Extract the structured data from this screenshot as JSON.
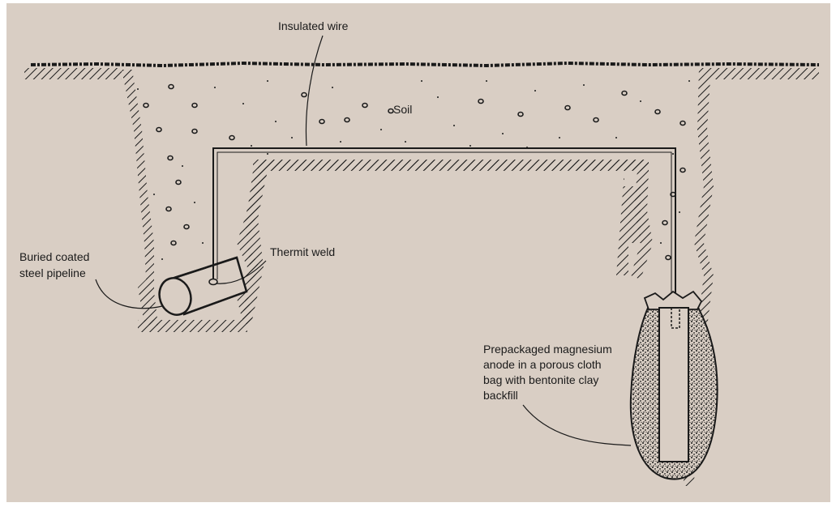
{
  "diagram": {
    "labels": {
      "insulated_wire": "Insulated wire",
      "soil": "Soil",
      "buried_pipeline": [
        "Buried coated",
        "steel pipeline"
      ],
      "thermit_weld": "Thermit weld",
      "anode": [
        "Prepackaged magnesium",
        "anode in a porous cloth",
        "bag with bentonite clay",
        "backfill"
      ]
    },
    "colors": {
      "background": "#d9cec4",
      "ink": "#1a1a1a"
    }
  }
}
